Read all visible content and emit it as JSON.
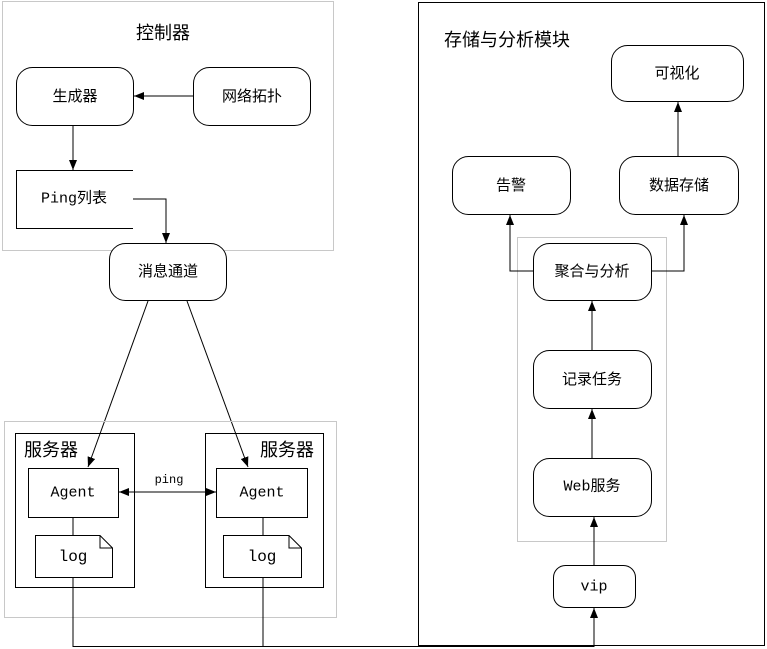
{
  "controller": {
    "title": "控制器",
    "generator": "生成器",
    "topology": "网络拓扑",
    "ping_list": "Ping列表"
  },
  "message_channel": "消息通道",
  "servers": [
    {
      "title": "服务器",
      "agent": "Agent",
      "log": "log"
    },
    {
      "title": "服务器",
      "agent": "Agent",
      "log": "log"
    }
  ],
  "ping_label": "ping",
  "storage": {
    "title": "存储与分析模块",
    "visualization": "可视化",
    "alert": "告警",
    "data_store": "数据存储",
    "aggregation": "聚合与分析",
    "record_task": "记录任务",
    "web_service": "Web服务",
    "vip": "vip"
  }
}
